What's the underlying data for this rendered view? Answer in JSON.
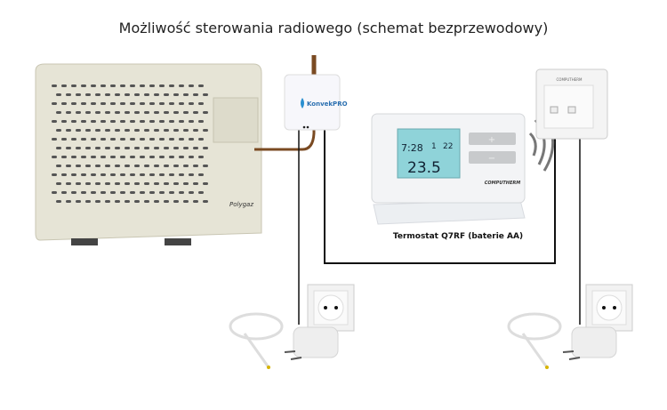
{
  "title": "Możliwość sterowania radiowego (schemat bezprzewodowy)",
  "thermostat": {
    "label": "Termostat Q7RF (baterie AA)",
    "brand": "COMPUTHERM",
    "display_time": "7:28",
    "display_day": "1",
    "display_set": "22",
    "display_temp": "23.5",
    "plus": "+",
    "minus": "−"
  },
  "receiver_left": {
    "logo": "KonvekPRO"
  },
  "receiver_right": {
    "brand": "COMPUTHERM"
  },
  "heater": {
    "logo": "Polygaz"
  },
  "colors": {
    "wire": "#111111",
    "heater_body": "#e6e4d6",
    "cable_brown": "#7a4a22",
    "lcd": "#8fd3d9"
  }
}
